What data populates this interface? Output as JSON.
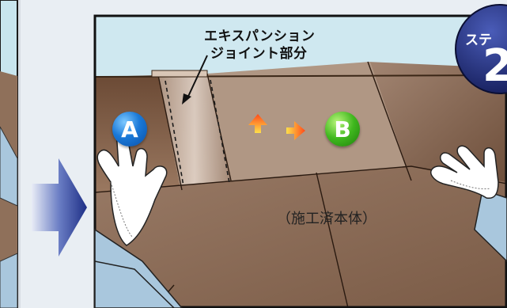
{
  "callout": {
    "line1": "エキスパンション",
    "line2": "ジョイント部分"
  },
  "markers": {
    "a": "A",
    "b": "B"
  },
  "body_label": "（施工済本体）",
  "step": {
    "label": "ステ",
    "number": "2"
  },
  "colors": {
    "panel": "#8d6a52",
    "panel_dark": "#5c3f2c",
    "wall": "#cfe8f0",
    "marker_a": "#1a79d8",
    "marker_b": "#3fb71e",
    "step_badge": "#1f2b6e",
    "sleeve": "#a9c7dd",
    "arrow_main": "#2b3f8c"
  }
}
